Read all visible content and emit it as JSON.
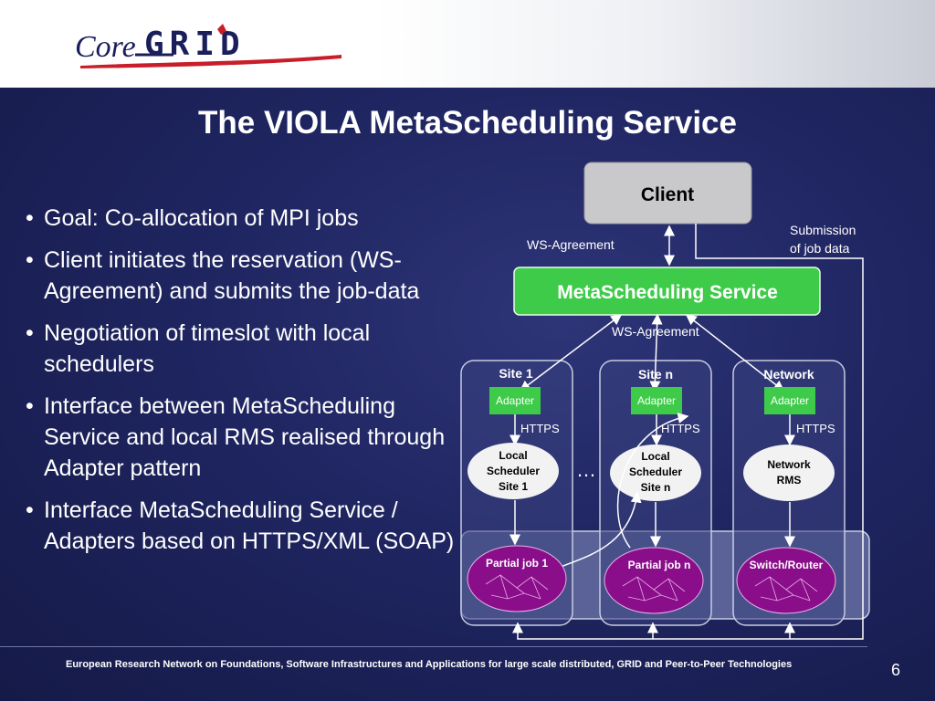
{
  "logo": {
    "text_left": "Core",
    "text_right": "GRID"
  },
  "title": "The VIOLA MetaScheduling Service",
  "bullets": [
    "Goal: Co-allocation of MPI jobs",
    "Client initiates the reservation (WS-Agreement) and submits the job-data",
    "Negotiation of timeslot with local schedulers",
    "Interface between MetaScheduling Service and local RMS realised through Adapter pattern",
    "Interface MetaScheduling Service / Adapters based on HTTPS/XML (SOAP)"
  ],
  "diagram": {
    "client": "Client",
    "submission": [
      "Submission",
      "of job data"
    ],
    "ws_agreement_top": "WS-Agreement",
    "meta": "MetaScheduling Service",
    "ws_agreement_mid": "WS-Agreement",
    "ellipsis": "…",
    "sites": [
      {
        "name": "Site 1",
        "adapter": "Adapter",
        "protocol": "HTTPS",
        "rms": [
          "Local",
          "Scheduler",
          "Site 1"
        ],
        "job": "Partial job 1"
      },
      {
        "name": "Site n",
        "adapter": "Adapter",
        "protocol": "HTTPS",
        "rms": [
          "Local",
          "Scheduler",
          "Site n"
        ],
        "job": "Partial job n"
      },
      {
        "name": "Network",
        "adapter": "Adapter",
        "protocol": "HTTPS",
        "rms": [
          "Network",
          "RMS"
        ],
        "job": "Switch/Router"
      }
    ]
  },
  "footer": "European Research Network on Foundations, Software Infrastructures and Applications for large scale distributed, GRID and Peer-to-Peer Technologies",
  "page_number": "6"
}
